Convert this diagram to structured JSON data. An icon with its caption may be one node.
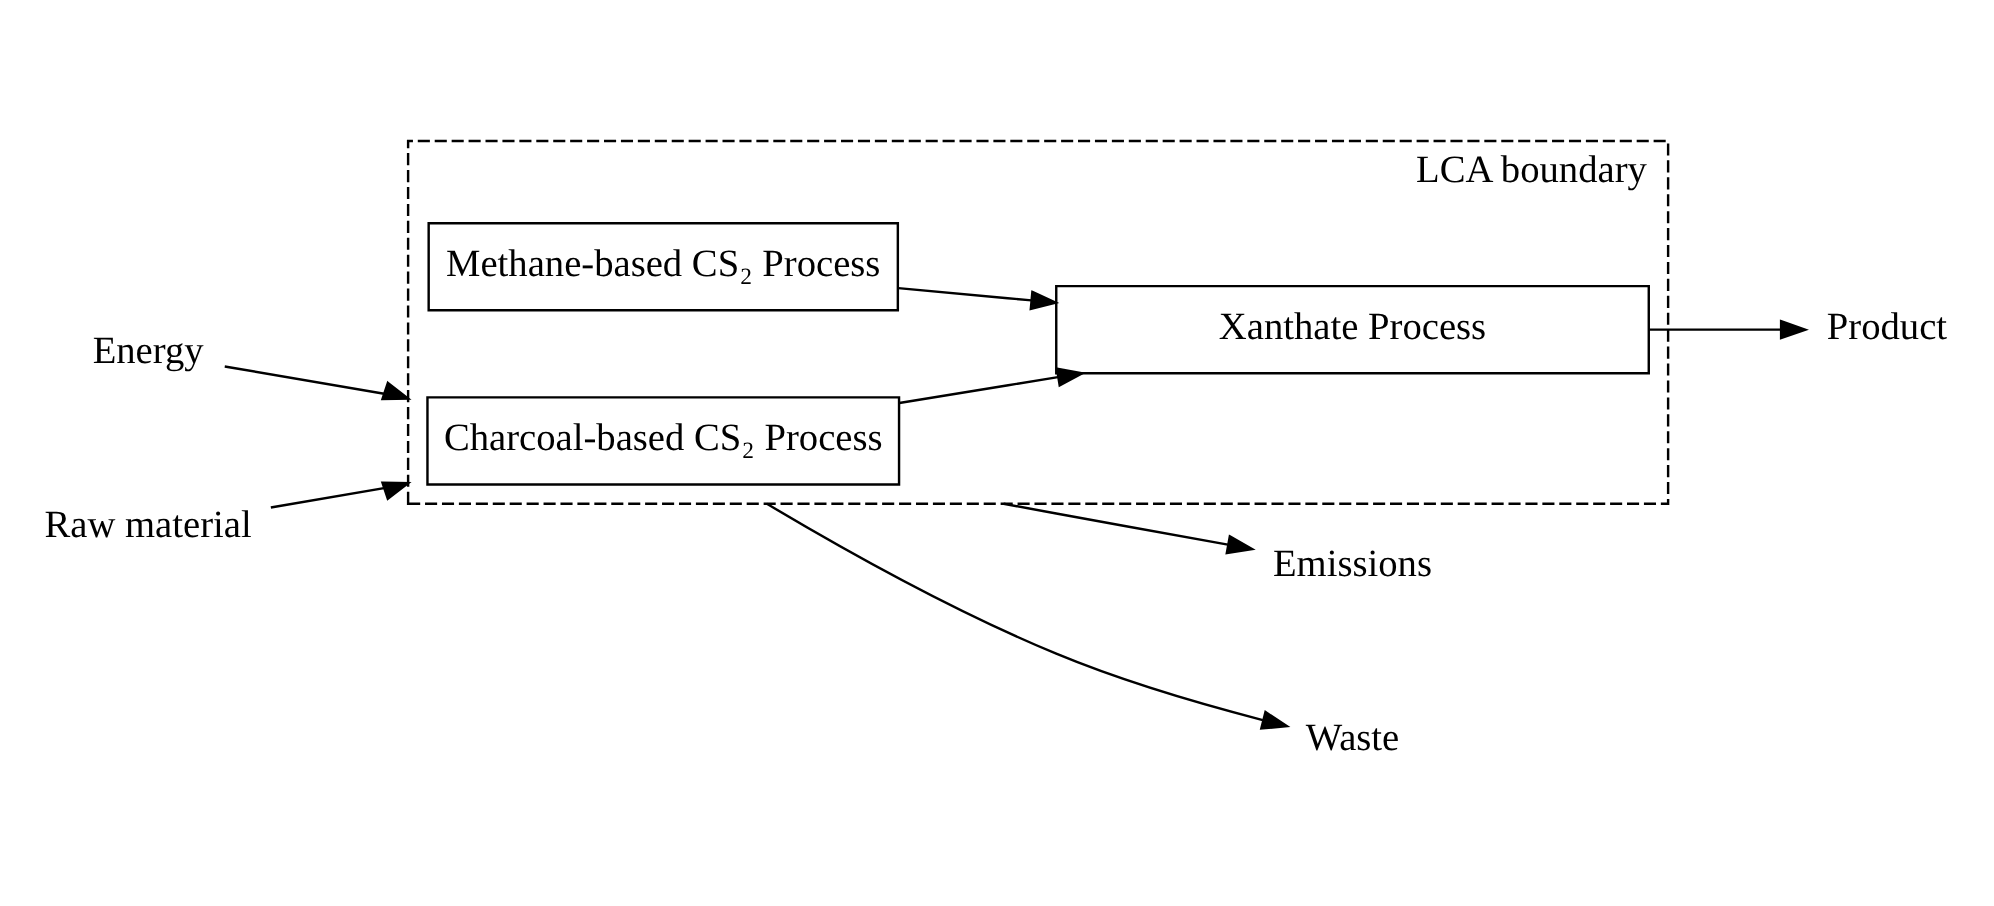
{
  "diagram": {
    "nodes": [
      {
        "text": [
          "LCA boundary"
        ]
      },
      {
        "text": [
          "Energy"
        ]
      },
      {
        "text": [
          "Charcoal-based CS₂ Process"
        ],
        "in": 0
      },
      {
        "text": [
          "Methane-based CS₂ Process"
        ],
        "in": 0
      },
      {
        "text": [
          "Emissions"
        ]
      },
      {
        "text": [
          "Raw material"
        ]
      },
      {
        "text": [
          "Xanthate Process"
        ],
        "in": 0
      },
      {
        "text": [
          "Waste"
        ]
      },
      {
        "text": [
          "Product"
        ]
      }
    ],
    "edges": [
      {
        "from": 1,
        "to": 0,
        "arrow": "to"
      },
      {
        "from": 0,
        "to": 4,
        "arrow": "to"
      },
      {
        "from": 5,
        "to": 0,
        "arrow": "to"
      },
      {
        "from": 0,
        "to": 7,
        "arrow": "to"
      },
      {
        "from": 2,
        "to": 6,
        "arrow": "to"
      },
      {
        "from": 3,
        "to": 6,
        "arrow": "to"
      },
      {
        "from": 6,
        "to": 8,
        "arrow": "to"
      }
    ]
  }
}
